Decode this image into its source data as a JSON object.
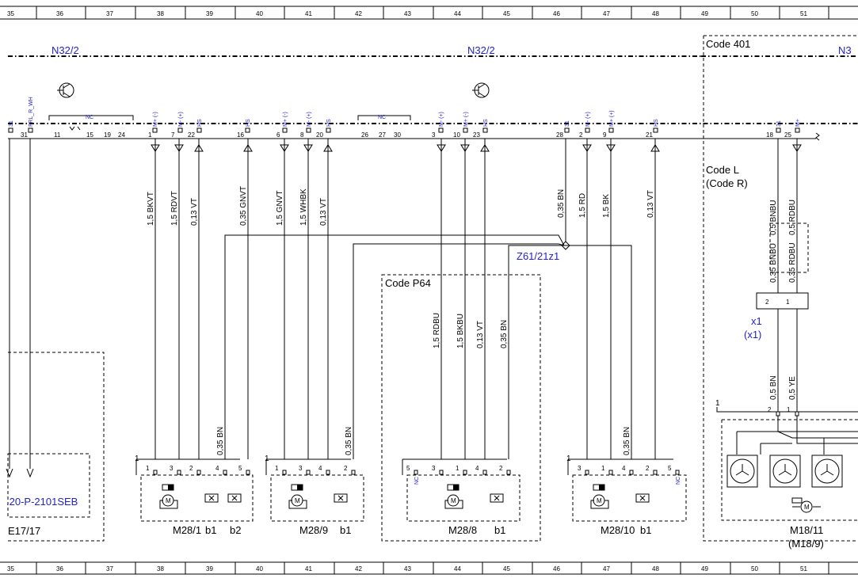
{
  "grid": {
    "columns": [
      "35",
      "36",
      "37",
      "38",
      "39",
      "40",
      "41",
      "42",
      "43",
      "44",
      "45",
      "46",
      "47",
      "48",
      "49",
      "50",
      "51"
    ]
  },
  "modules": {
    "left_label": "N32/2",
    "center_label": "N32/2",
    "right_label": "N3",
    "code_401": "Code 401"
  },
  "connector": {
    "pin_names": [
      {
        "text": "31",
        "blue": true
      },
      {
        "text": "FRL_R_WH",
        "blue": true
      },
      {
        "text": "M+ (-)",
        "blue": true
      },
      {
        "text": "M- (+)",
        "blue": true
      },
      {
        "text": "HS",
        "blue": true
      },
      {
        "text": "HS",
        "blue": true
      },
      {
        "text": "M+ (-)",
        "blue": true
      },
      {
        "text": "M- (+)",
        "blue": true
      },
      {
        "text": "HS",
        "blue": true
      },
      {
        "text": "M- (+)",
        "blue": true
      },
      {
        "text": "M+ (-)",
        "blue": true
      },
      {
        "text": "HS",
        "blue": true
      },
      {
        "text": "31",
        "blue": true
      },
      {
        "text": "M- (+)",
        "blue": true
      },
      {
        "text": "M+ (+)",
        "blue": true
      },
      {
        "text": "HS",
        "blue": true
      },
      {
        "text": "31",
        "blue": true
      },
      {
        "text": "M+",
        "blue": true
      }
    ],
    "nc_label": "NC",
    "pin_numbers": [
      "31",
      "11",
      "15",
      "19",
      "24",
      "1",
      "7",
      "22",
      "16",
      "6",
      "8",
      "20",
      "26",
      "27",
      "30",
      "3",
      "10",
      "23",
      "28",
      "2",
      "9",
      "21",
      "18",
      "25"
    ]
  },
  "wires": [
    {
      "label": "1,5 BKVT"
    },
    {
      "label": "1,5 RDVT"
    },
    {
      "label": "0,13 VT"
    },
    {
      "label": "0,35 GNVT"
    },
    {
      "label": "1,5 GNVT"
    },
    {
      "label": "1,5 WHBK"
    },
    {
      "label": "0,13 VT"
    },
    {
      "label": "0,35 BN"
    },
    {
      "label": "1,5 RD"
    },
    {
      "label": "1,5 BK"
    },
    {
      "label": "0,13 VT"
    },
    {
      "label": "0,5 BNBU"
    },
    {
      "label": "0,5 RDBU"
    },
    {
      "label": "0,35 BNBU"
    },
    {
      "label": "0,35 RDBU"
    },
    {
      "label": "1,5 RDBU"
    },
    {
      "label": "1,5 BKBU"
    },
    {
      "label": "0,13 VT"
    },
    {
      "label": "0,35 BN"
    },
    {
      "label": "0,35 BN"
    },
    {
      "label": "0,35 BN"
    },
    {
      "label": "0,35 BN"
    },
    {
      "label": "0,5 BN"
    },
    {
      "label": "0,5 YE"
    }
  ],
  "splice": {
    "label": "Z61/21z1"
  },
  "codes": {
    "p64": "Code P64",
    "l_line1": "Code L",
    "l_line2": "(Code R)"
  },
  "x1": {
    "label": "x1",
    "alt": "(x1)",
    "pins": [
      "2",
      "1"
    ]
  },
  "ref": {
    "doc": ".20-P-2101SEB",
    "e17": "E17/17"
  },
  "components": [
    {
      "name": "M28/1",
      "sub1": "b1",
      "sub2": "b2",
      "pins": [
        "1",
        "3",
        "2",
        "4",
        "5"
      ],
      "num": "1"
    },
    {
      "name": "M28/9",
      "sub1": "b1",
      "pins": [
        "1",
        "3",
        "4",
        "2"
      ],
      "num": "1"
    },
    {
      "name": "M28/8",
      "sub1": "b1",
      "pins": [
        "5",
        "3",
        "1",
        "4",
        "2"
      ],
      "nc": "NC"
    },
    {
      "name": "M28/10",
      "sub1": "b1",
      "pins": [
        "3",
        "1",
        "4",
        "2",
        "5"
      ],
      "nc": "NC",
      "num": "1"
    },
    {
      "name": "M18/11",
      "alt": "(M18/9)",
      "pins": [
        "2",
        "1"
      ],
      "num": "1"
    }
  ]
}
